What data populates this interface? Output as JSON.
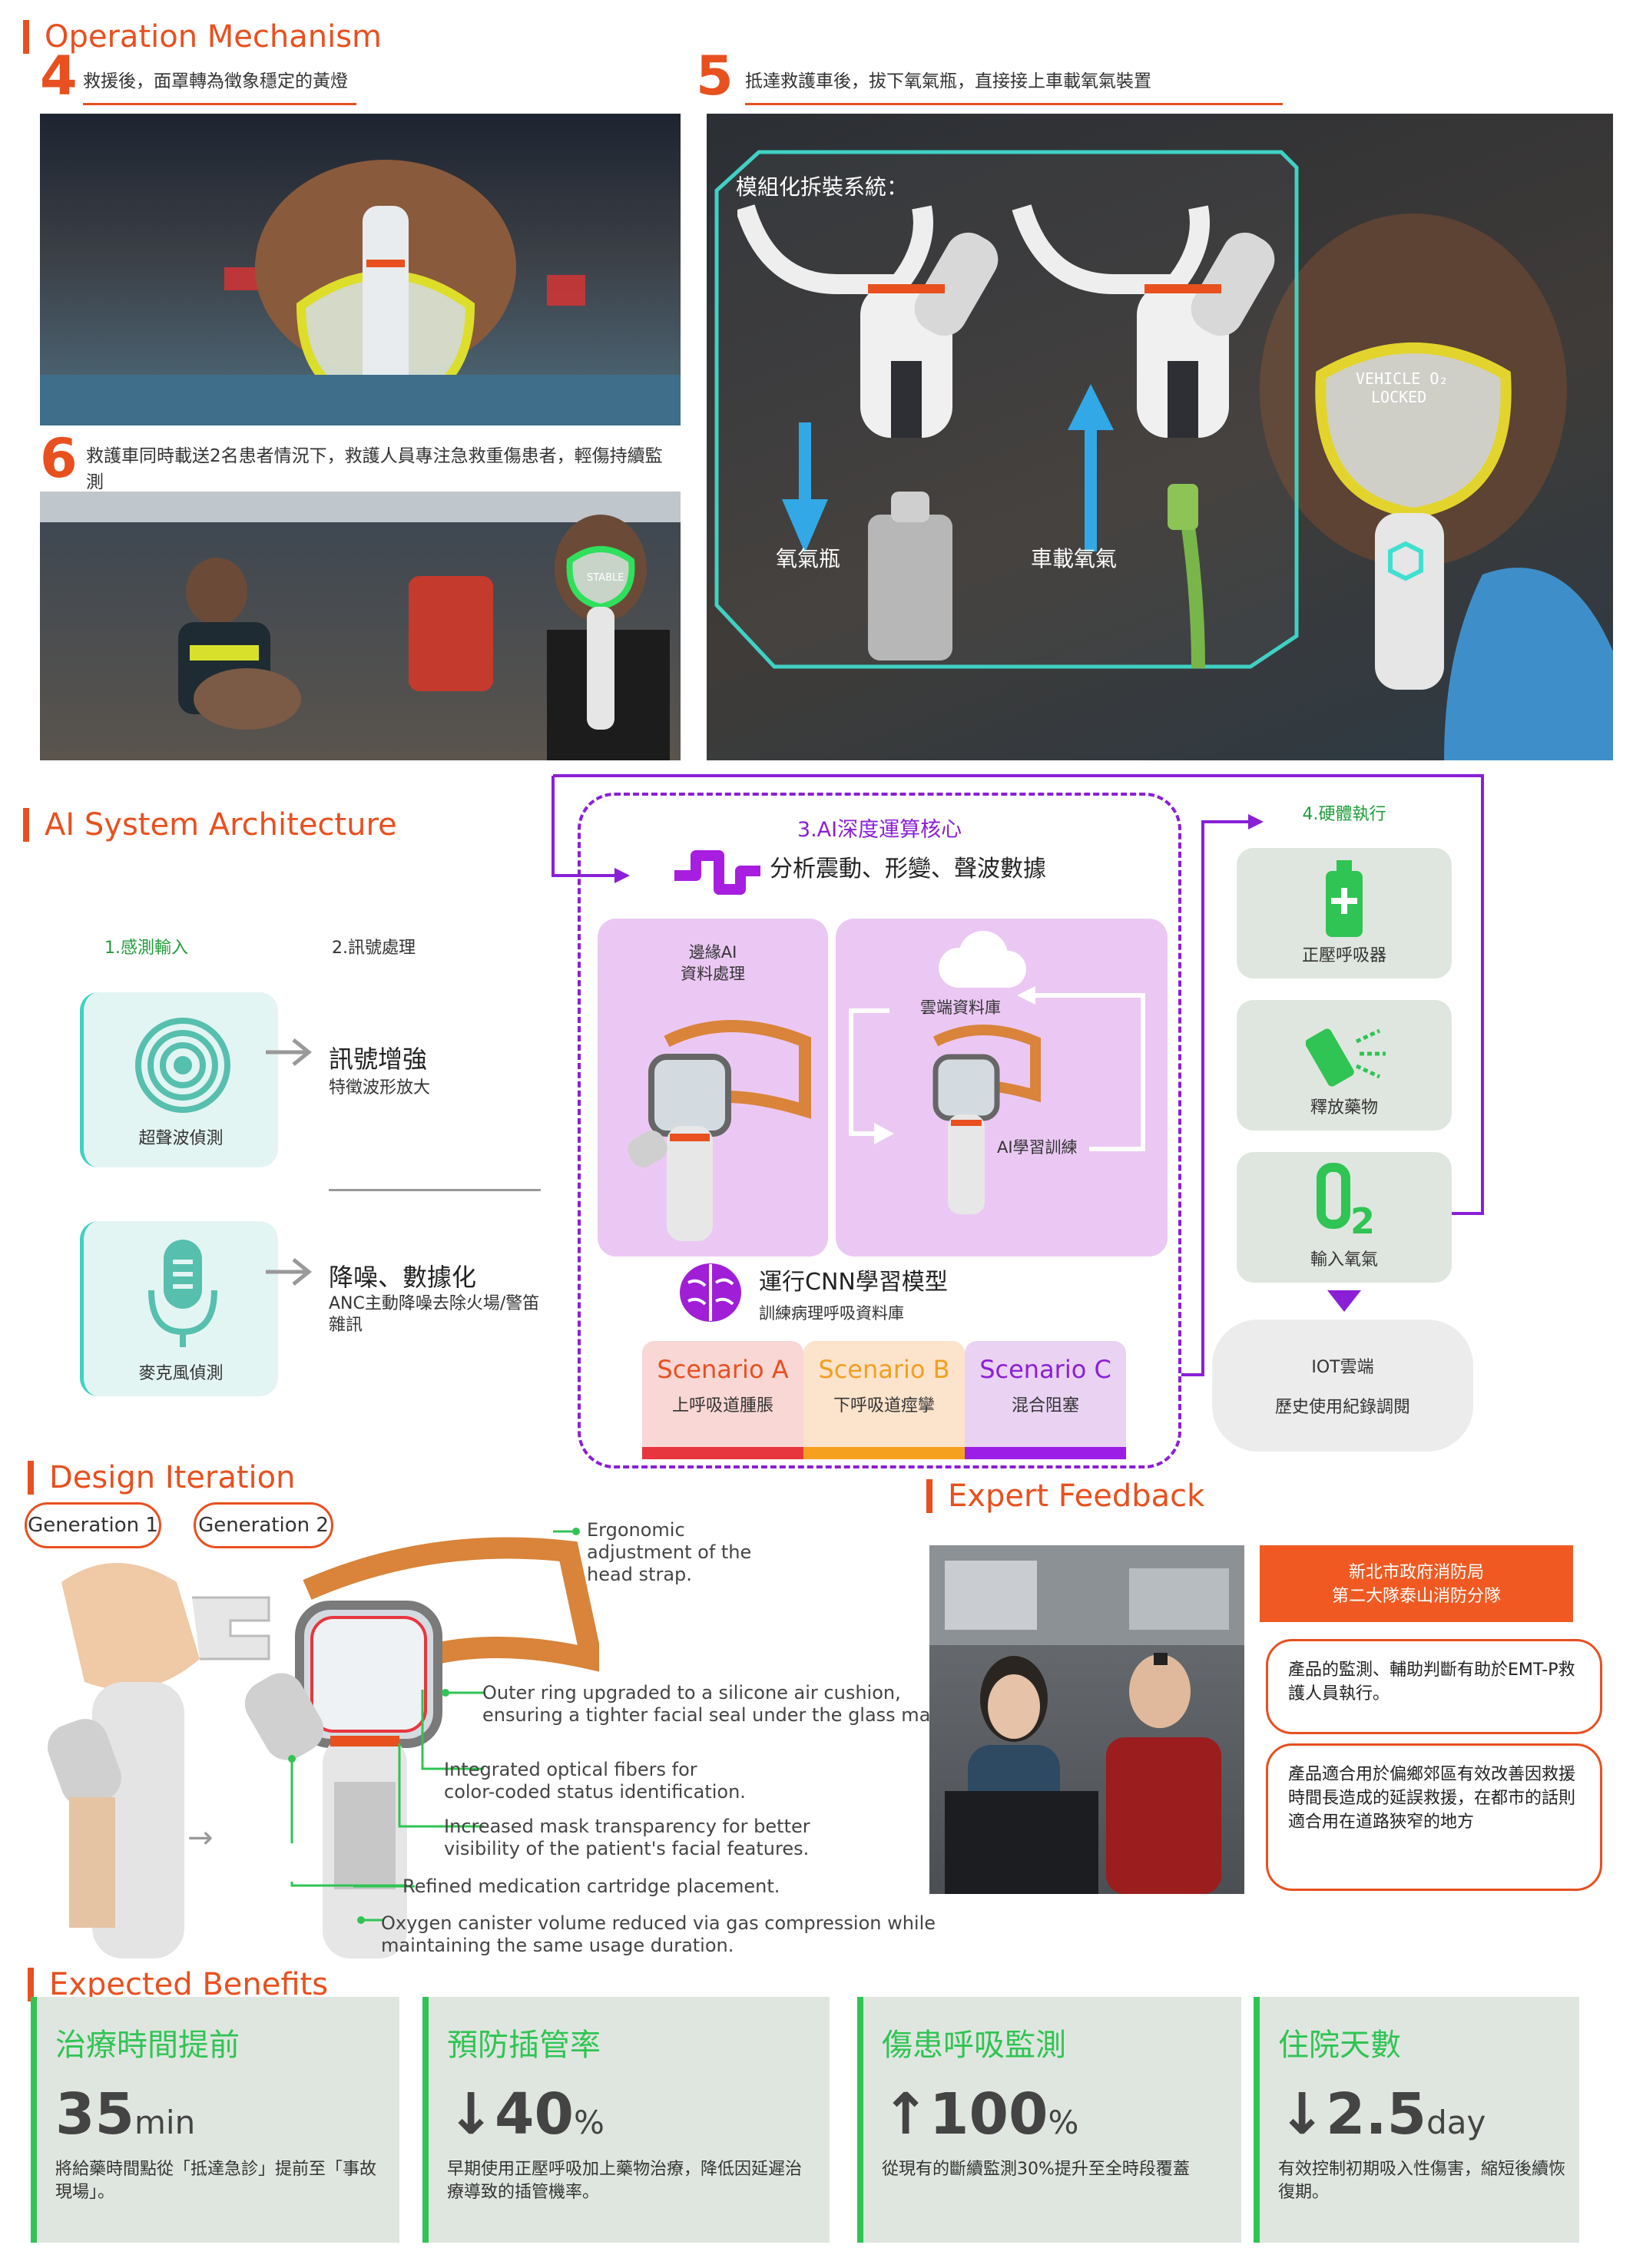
{
  "sections": {
    "operation": "Operation Mechanism",
    "architecture": "AI System Architecture",
    "design": "Design Iteration",
    "expert": "Expert Feedback",
    "benefits": "Expected Benefits"
  },
  "steps": [
    {
      "num": "4",
      "caption": "救援後，面罩轉為徵象穩定的黃燈"
    },
    {
      "num": "5",
      "caption": "抵達救護車後，拔下氧氣瓶，直接接上車載氧氣裝置"
    },
    {
      "num": "6",
      "caption": "救護車同時載送2名患者情況下，救護人員專注急救重傷患者，輕傷持續監測"
    }
  ],
  "modular": {
    "title": "模組化拆裝系統：",
    "left_label": "氧氣瓶",
    "right_label": "車載氧氣",
    "mask_text_1": "VEHICLE O₂",
    "mask_text_2": "LOCKED",
    "stable_text": "STABLE"
  },
  "arch": {
    "input_title": "1.感測輸入",
    "process_title": "2.訊號處理",
    "ultrasonic": "超聲波偵測",
    "mic": "麥克風偵測",
    "enhance_title": "訊號增強",
    "enhance_sub": "特徵波形放大",
    "denoise_title": "降噪、數據化",
    "denoise_sub": "ANC主動降噪去除火場/警笛雜訊",
    "core_title": "3.AI深度運算核心",
    "core_sub": "分析震動、形變、聲波數據",
    "edge_label": "邊緣AI\n資料處理",
    "cloud_db": "雲端資料庫",
    "ai_train": "AI學習訓練",
    "cnn_title": "運行CNN學習模型",
    "cnn_sub": "訓練病理呼吸資料庫",
    "scenarios": [
      {
        "title": "Scenario A",
        "sub": "上呼吸道腫脹",
        "color": "#e8501f",
        "bg": "#f8d7d5",
        "bar": "#e8363f"
      },
      {
        "title": "Scenario B",
        "sub": "下呼吸道痙攣",
        "color": "#f0a020",
        "bg": "#fbe3cc",
        "bar": "#f5a11f"
      },
      {
        "title": "Scenario C",
        "sub": "混合阻塞",
        "color": "#8b1fd6",
        "bg": "#ead2f3",
        "bar": "#9c1ee6"
      }
    ],
    "exec_title": "4.硬體執行",
    "hw": [
      "正壓呼吸器",
      "釋放藥物",
      "輸入氧氣"
    ],
    "iot_title": "IOT雲端",
    "iot_sub": "歷史使用紀錄調閱"
  },
  "design": {
    "gen1": "Generation 1",
    "gen2": "Generation 2",
    "annotations": [
      "Ergonomic\nadjustment of the\nhead strap.",
      "Outer ring upgraded to a silicone air cushion,\nensuring a tighter facial seal under the glass mask.",
      "Integrated optical fibers for\ncolor-coded status identification.",
      "Increased mask transparency for better\nvisibility of the patient's facial features.",
      "Refined medication cartridge placement.",
      "Oxygen canister volume reduced via gas compression while\nmaintaining the same usage duration."
    ]
  },
  "expert": {
    "org": "新北市政府消防局\n第二大隊泰山消防分隊",
    "quote1": "產品的監測、輔助判斷有助於EMT-P救護人員執行。",
    "quote2": "產品適合用於偏鄉郊區有效改善因救援時間長造成的延誤救援，在都市的話則適合用在道路狹窄的地方"
  },
  "benefits": [
    {
      "title": "治療時間提前",
      "prefix": "",
      "value": "35",
      "unit": "min",
      "desc": "將給藥時間點從「抵達急診」提前至「事故現場」。"
    },
    {
      "title": "預防插管率",
      "prefix": "↓",
      "value": "40",
      "unit": "%",
      "desc": "早期使用正壓呼吸加上藥物治療，降低因延遲治療導致的插管機率。"
    },
    {
      "title": "傷患呼吸監測",
      "prefix": "↑",
      "value": "100",
      "unit": "%",
      "desc": "從現有的斷續監測30%提升至全時段覆蓋"
    },
    {
      "title": "住院天數",
      "prefix": "↓",
      "value": "2.5",
      "unit": "day",
      "desc": "有效控制初期吸入性傷害，縮短後續恢復期。"
    }
  ],
  "colors": {
    "accent": "#e8501f",
    "teal": "#3fd1c4",
    "purple": "#8b1fd6",
    "green": "#2fc453",
    "card_gray": "#dfe6df"
  }
}
